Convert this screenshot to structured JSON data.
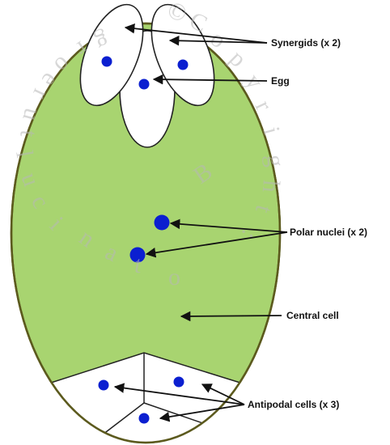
{
  "labels": {
    "synergids": "Synergids (x 2)",
    "egg": "Egg",
    "polar_nuclei": "Polar nuclei (x 2)",
    "central_cell": "Central cell",
    "antipodal_cells": "Antipodal cells (x 3)"
  },
  "watermark": {
    "chars": [
      "©",
      "B",
      "o",
      "t",
      "a",
      "n",
      "i",
      "c",
      "u",
      "l",
      "t",
      "u",
      "r",
      "e",
      "o",
      "r",
      "g"
    ],
    "copyright_chars": [
      "C",
      "o",
      "p",
      "y",
      "r",
      "i",
      "g",
      "h",
      "t",
      ":"
    ]
  },
  "colors": {
    "central_cell_fill": "#a8d470",
    "outline": "#5c5a1e",
    "nucleus": "#0b1fd0",
    "cell_fill": "#ffffff"
  }
}
